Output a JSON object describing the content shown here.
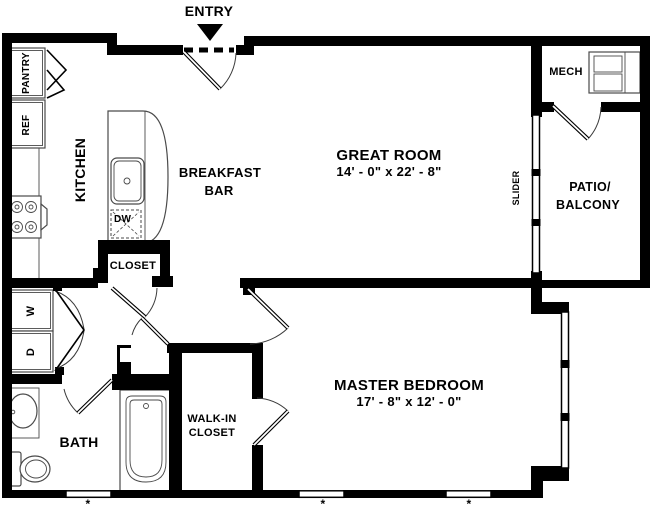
{
  "floor_plan": {
    "entry": {
      "label": "ENTRY"
    },
    "rooms": {
      "great_room": {
        "name": "GREAT ROOM",
        "dimensions": "14' - 0\" x 22' - 8\""
      },
      "master_bedroom": {
        "name": "MASTER BEDROOM",
        "dimensions": "17' - 8\" x 12' - 0\""
      },
      "kitchen": {
        "name": "KITCHEN"
      },
      "breakfast_bar": {
        "name_line1": "BREAKFAST",
        "name_line2": "BAR"
      },
      "bath": {
        "name": "BATH"
      },
      "hall_closet": {
        "name": "CLOSET"
      },
      "walk_in_closet": {
        "name_line1": "WALK-IN",
        "name_line2": "CLOSET"
      },
      "patio_balcony": {
        "name_line1": "PATIO/",
        "name_line2": "BALCONY"
      },
      "mech": {
        "name": "MECH"
      }
    },
    "appliances": {
      "pantry": "PANTRY",
      "refrigerator": "REF",
      "dishwasher": "DW",
      "washer": "W",
      "dryer": "D"
    },
    "doors": {
      "slider": "SLIDER"
    },
    "window_markers": [
      "*",
      "*",
      "*"
    ],
    "colors": {
      "wall": "#000000",
      "fixture_line": "#4a4a4a",
      "background": "#ffffff"
    }
  }
}
